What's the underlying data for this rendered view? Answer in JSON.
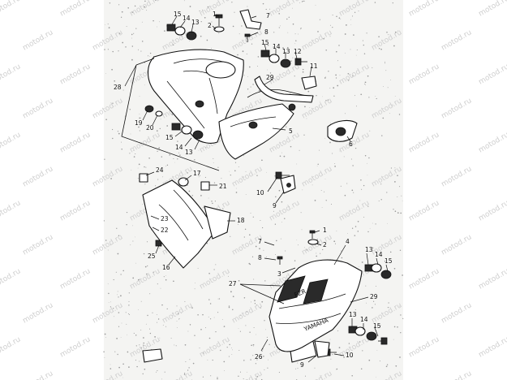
{
  "watermark": "motod.ru",
  "callouts": {
    "c1a": "1",
    "c2a": "2",
    "c7a": "7",
    "c8a": "8",
    "c15a": "15",
    "c14a": "14",
    "c13a": "13",
    "c15b": "15",
    "c14b": "14",
    "c13b": "13",
    "c12": "12",
    "c11": "11",
    "c28": "28",
    "c29a": "29",
    "c19": "19",
    "c20": "20",
    "c15c": "15",
    "c14c": "14",
    "c13c": "13",
    "c5": "5",
    "c6": "6",
    "c24": "24",
    "c17": "17",
    "c21": "21",
    "c10a": "10",
    "c9a": "9",
    "c23": "23",
    "c22": "22",
    "c18": "18",
    "c25": "25",
    "c16": "16",
    "c1b": "1",
    "c2b": "2",
    "c7b": "7",
    "c8b": "8",
    "c4": "4",
    "c3": "3",
    "c13d": "13",
    "c14d": "14",
    "c15d": "15",
    "c27": "27",
    "c29b": "29",
    "c13e": "13",
    "c14e": "14",
    "c15e": "15",
    "c26": "26",
    "c9b": "9",
    "c10b": "10"
  },
  "lower_cowl_brand": "YAMAHA",
  "lower_cowl_model": "FZR",
  "icons": [
    "screw",
    "washer",
    "bracket",
    "nut",
    "collar",
    "grommet",
    "bolt",
    "clip",
    "front-arrow"
  ]
}
